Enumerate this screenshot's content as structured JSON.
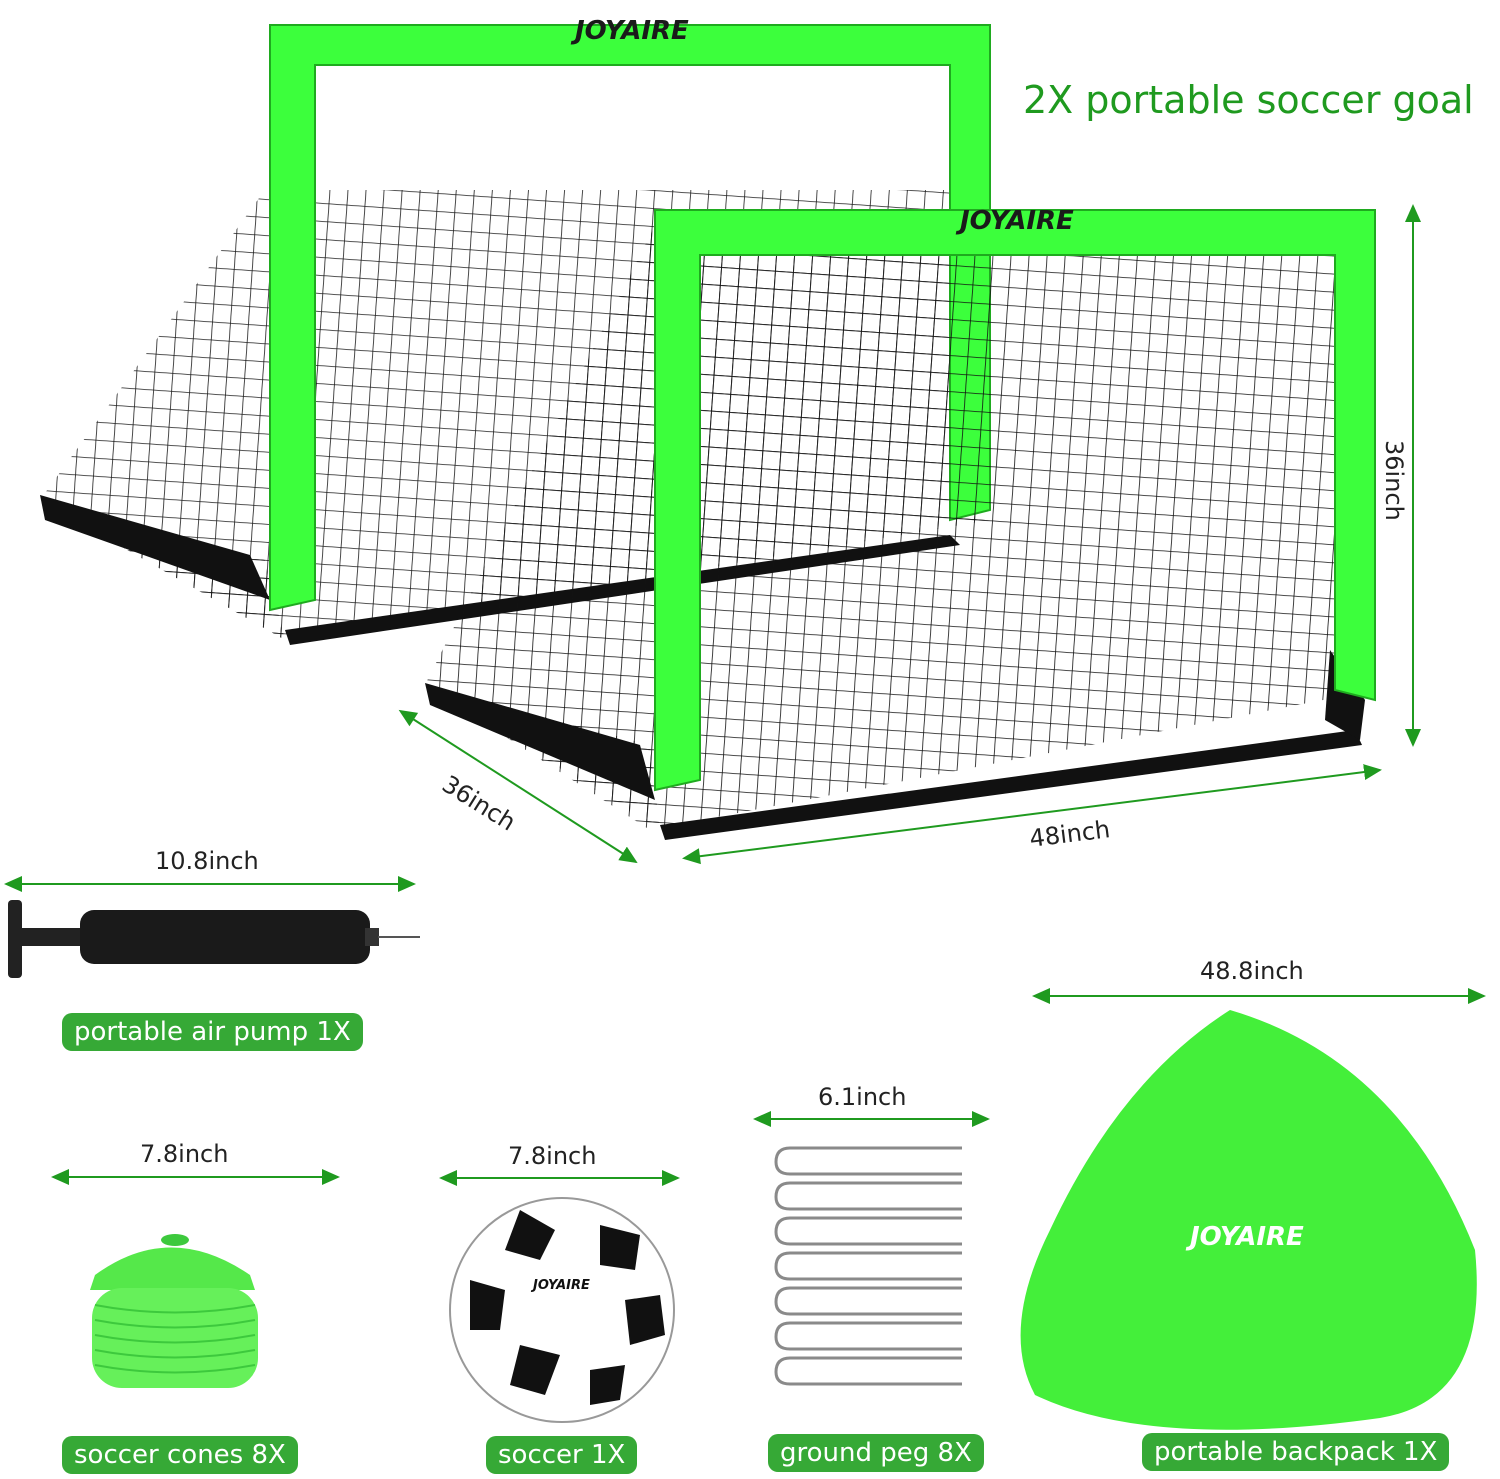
{
  "headline": "2X portable soccer goal",
  "brand": "JOYAIRE",
  "colors": {
    "accent": "#36a936",
    "goal_frame": "#3cff3c",
    "cone": "#44ef3a",
    "dimension_line": "#1f9a1f"
  },
  "goal": {
    "height": "36inch",
    "depth": "36inch",
    "width": "48inch"
  },
  "items": {
    "air_pump": {
      "dimension": "10.8inch",
      "label": "portable air pump 1X"
    },
    "backpack": {
      "dimension": "48.8inch",
      "label": "portable backpack 1X"
    },
    "cones": {
      "dimension": "7.8inch",
      "label": "soccer cones 8X"
    },
    "ball": {
      "dimension": "7.8inch",
      "label": "soccer 1X"
    },
    "pegs": {
      "dimension": "6.1inch",
      "label": "ground peg 8X"
    }
  }
}
